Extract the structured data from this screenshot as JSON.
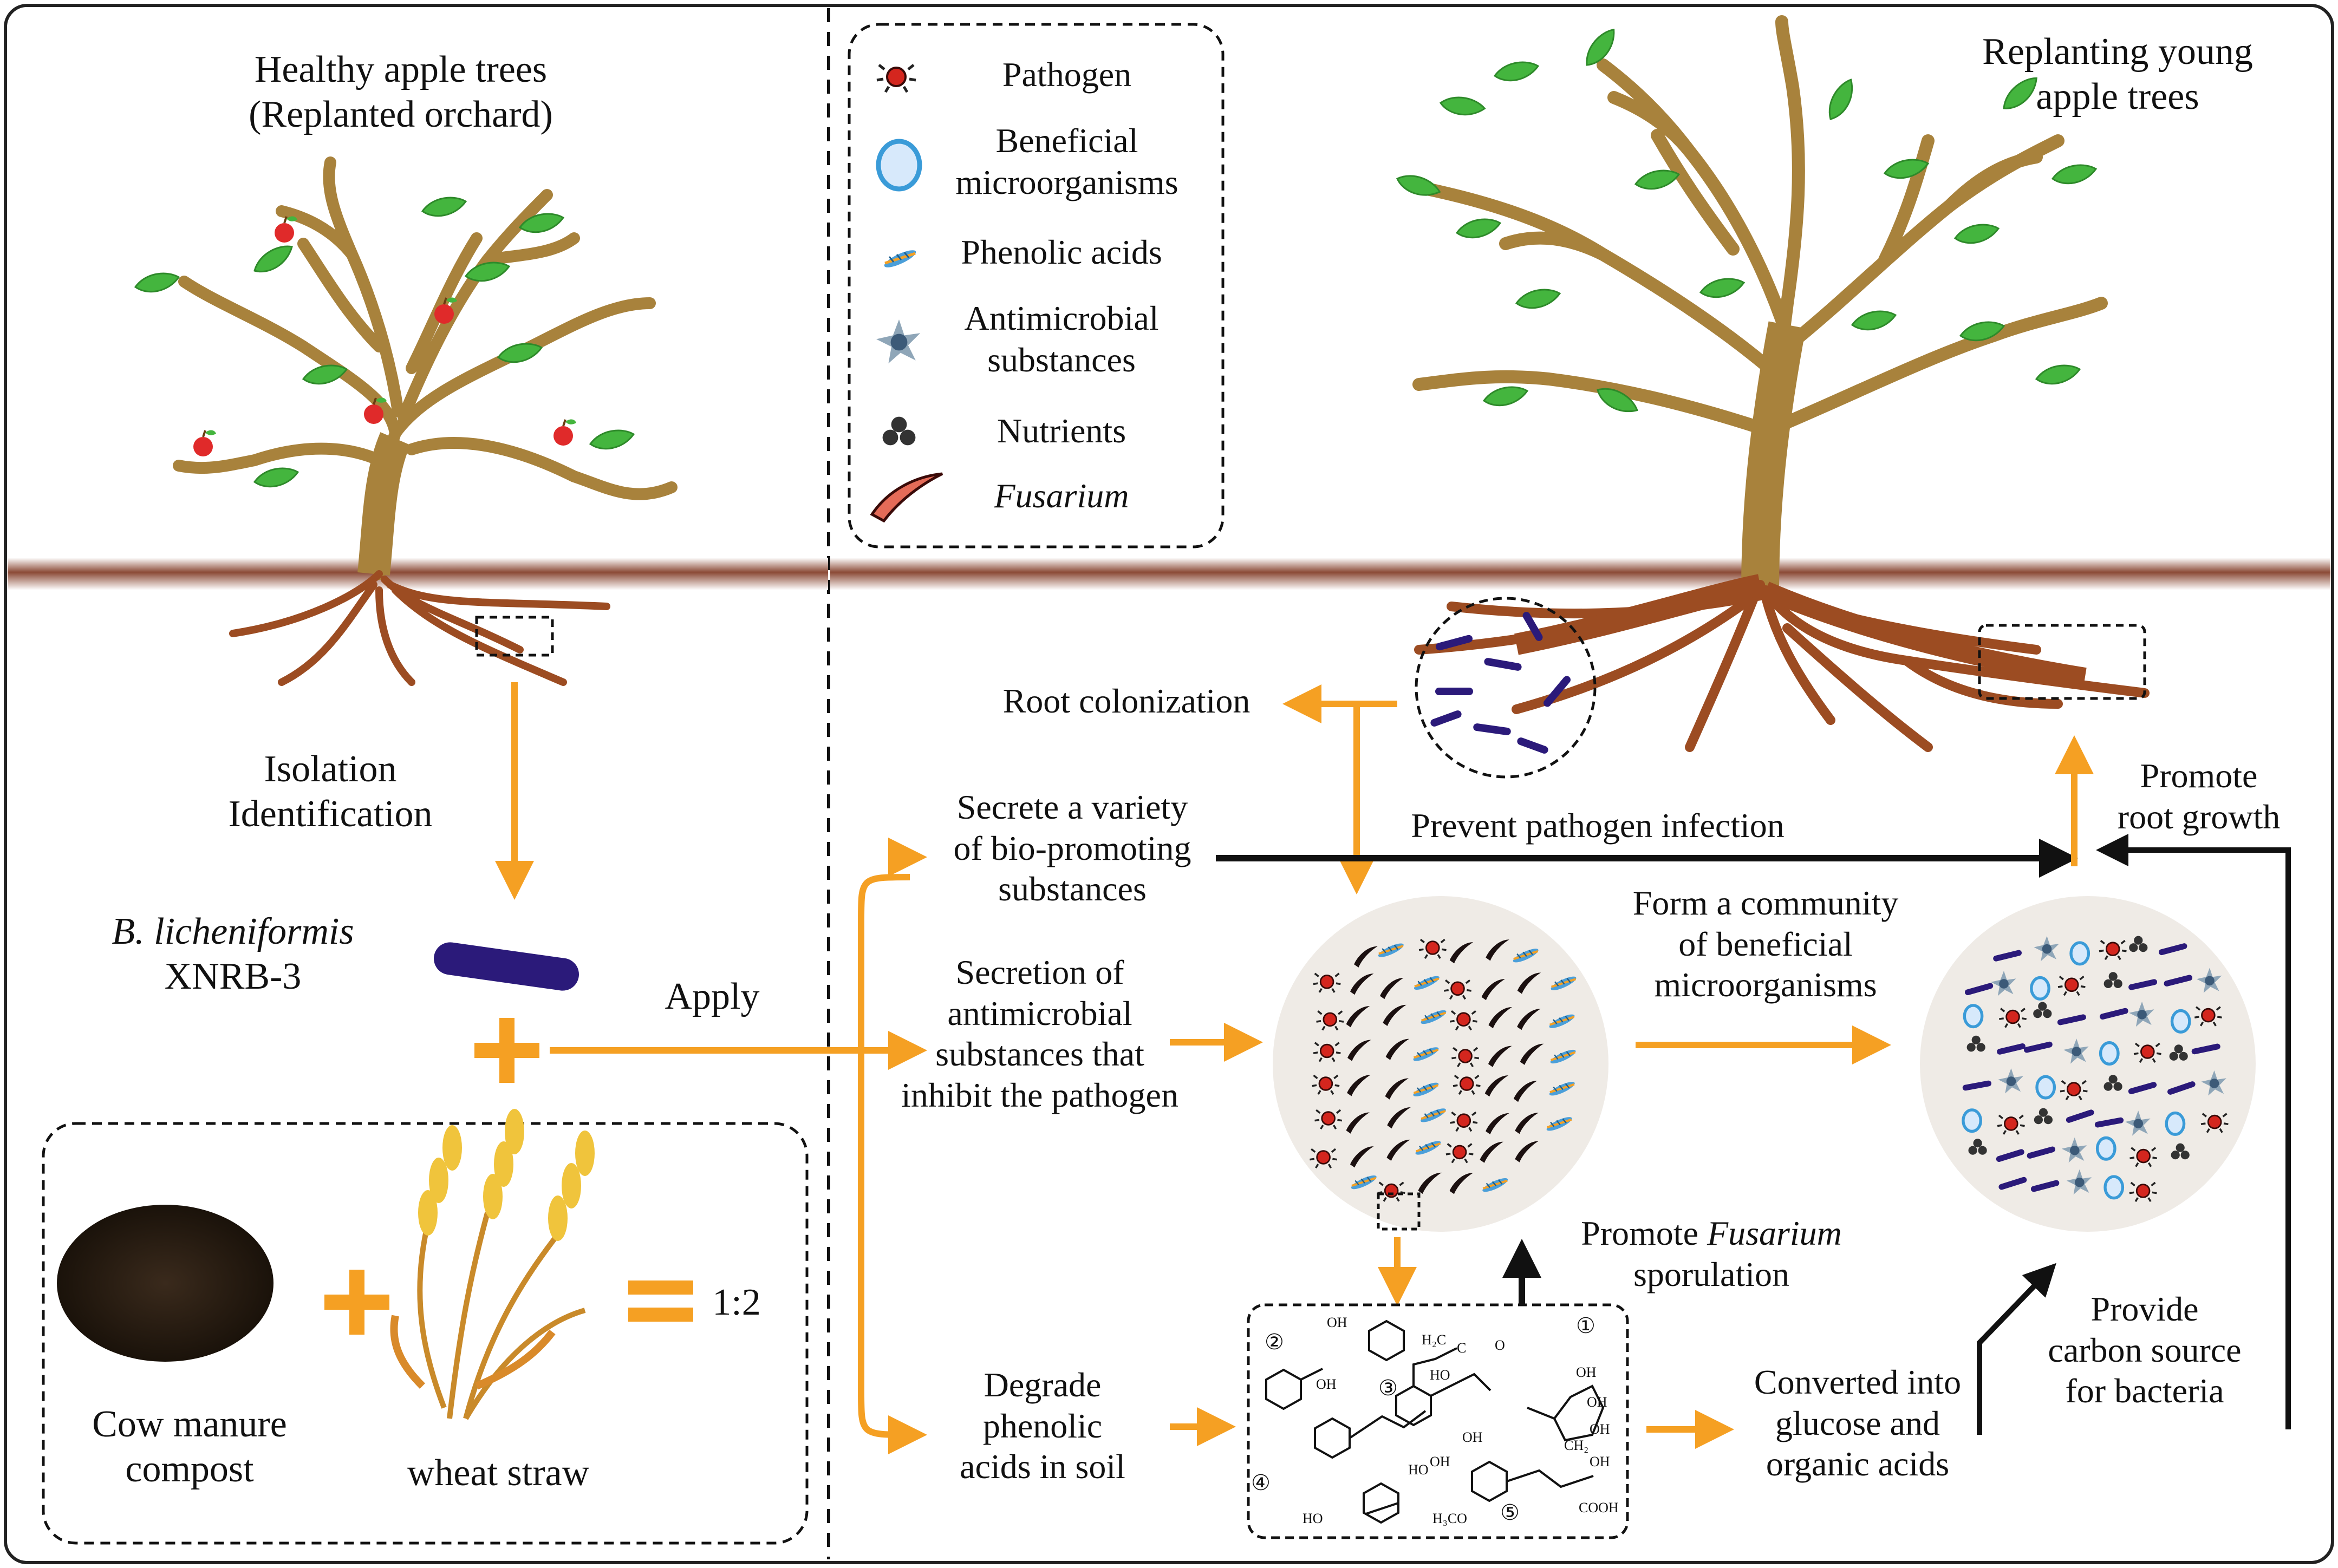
{
  "left_panel": {
    "title_line1": "Healthy apple trees",
    "title_line2": "(Replanted orchard)",
    "step_line1": "Isolation",
    "step_line2": "Identification",
    "strain_name": "B. licheniformis",
    "strain_code": "XNRB-3",
    "apply_label": "Apply",
    "compost_label_line1": "Cow manure",
    "compost_label_line2": "compost",
    "straw_label": "wheat straw",
    "ratio": "1:2"
  },
  "legend": {
    "items": [
      {
        "label_line1": "Pathogen",
        "label_line2": "",
        "icon": "pathogen-icon"
      },
      {
        "label_line1": "Beneficial",
        "label_line2": "microorganisms",
        "icon": "beneficial-microorganism-icon"
      },
      {
        "label_line1": "Phenolic acids",
        "label_line2": "",
        "icon": "phenolic-acid-icon"
      },
      {
        "label_line1": "Antimicrobial",
        "label_line2": "substances",
        "icon": "antimicrobial-icon"
      },
      {
        "label_line1": "Nutrients",
        "label_line2": "",
        "icon": "nutrients-icon"
      },
      {
        "label_line1": "Fusarium",
        "label_line2": "",
        "icon": "fusarium-icon"
      }
    ]
  },
  "right_panel": {
    "title_line1": "Replanting young",
    "title_line2": "apple trees",
    "root_colonization": "Root colonization",
    "prevent_infection": "Prevent pathogen infection",
    "promote_root_line1": "Promote",
    "promote_root_line2": "root growth",
    "secrete_line1": "Secrete a variety",
    "secrete_line2": "of bio-promoting",
    "secrete_line3": "substances",
    "secretion_line1": "Secretion of",
    "secretion_line2": "antimicrobial",
    "secretion_line3": "substances that",
    "secretion_line4": "inhibit the pathogen",
    "community_line1": "Form a community",
    "community_line2": "of beneficial",
    "community_line3": "microorganisms",
    "sporulation_prefix": "Promote ",
    "sporulation_italic": "Fusarium",
    "sporulation_line2": "sporulation",
    "degrade_line1": "Degrade",
    "degrade_line2": "phenolic",
    "degrade_line3": "acids in soil",
    "converted_line1": "Converted into",
    "converted_line2": "glucose and",
    "converted_line3": "organic acids",
    "carbon_line1": "Provide",
    "carbon_line2": "carbon source",
    "carbon_line3": "for bacteria",
    "structure_numbers": [
      "①",
      "②",
      "③",
      "④",
      "⑤"
    ],
    "structure_atoms": [
      "OH",
      "HO",
      "H₂C",
      "C",
      "O",
      "CH₂",
      "H₃CO",
      "COOH"
    ]
  },
  "colors": {
    "arrow_orange": "#f5a023",
    "plus_orange": "#f5a023",
    "soil_line": "#8b4a36",
    "trunk": "#a8823c",
    "root": "#9c4c22",
    "leaf": "#44b53e",
    "apple": "#e02a2a",
    "bacterium": "#2b1a7a",
    "pathogen": "#d4261e",
    "beneficial": "#5bb5e6",
    "circle_fill": "#efebe6"
  }
}
